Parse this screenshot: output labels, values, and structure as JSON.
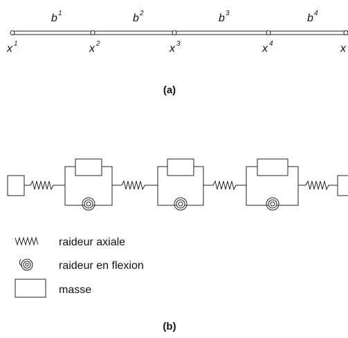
{
  "colors": {
    "stroke": "#222222",
    "text": "#111111",
    "background": "#ffffff"
  },
  "part_a": {
    "caption": "(a)",
    "beams": [
      {
        "base": "b",
        "sup": "1"
      },
      {
        "base": "b",
        "sup": "2"
      },
      {
        "base": "b",
        "sup": "3"
      },
      {
        "base": "b",
        "sup": "4"
      }
    ],
    "nodes": [
      {
        "base": "x",
        "sup": "1"
      },
      {
        "base": "x",
        "sup": "2"
      },
      {
        "base": "x",
        "sup": "3"
      },
      {
        "base": "x",
        "sup": "4"
      },
      {
        "base": "x",
        "sup": ""
      }
    ]
  },
  "part_b": {
    "caption": "(b)",
    "legend": [
      {
        "icon": "axial-spring-icon",
        "label": "raideur axiale"
      },
      {
        "icon": "torsion-spring-icon",
        "label": "raideur en flexion"
      },
      {
        "icon": "mass-box-icon",
        "label": "masse"
      }
    ]
  }
}
